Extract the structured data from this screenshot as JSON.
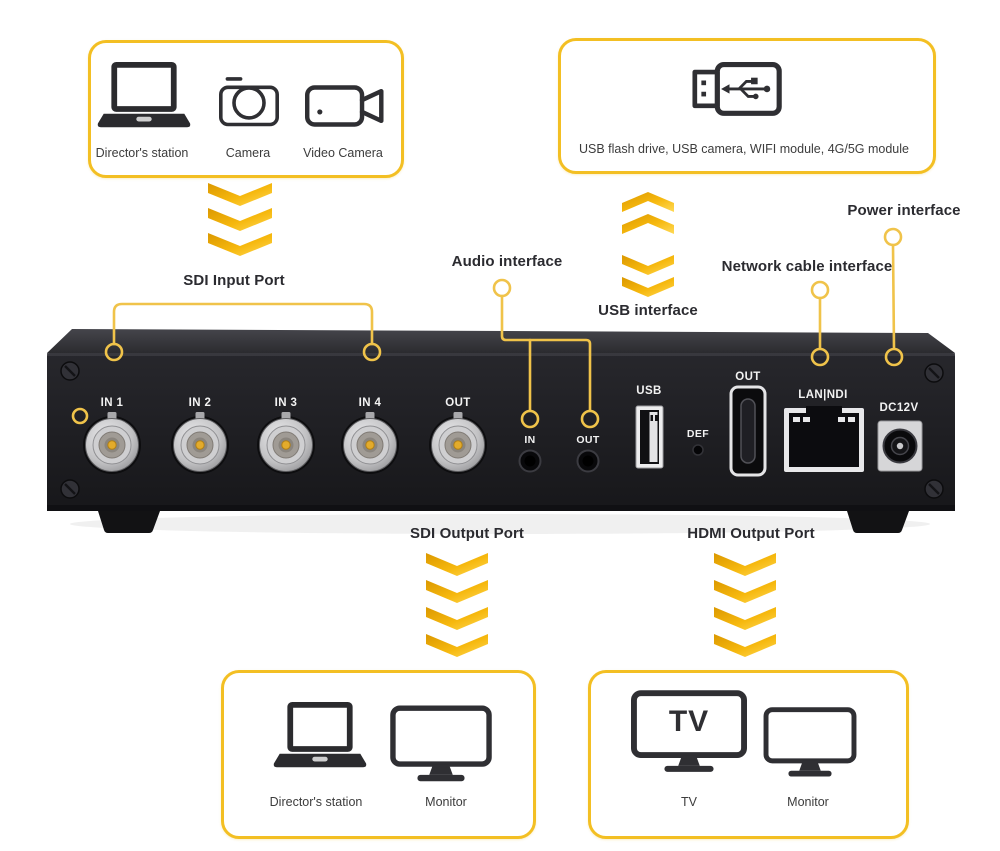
{
  "palette": {
    "box_border_gold": "#F3BF23",
    "callout_line_yellow": "#F0C34A",
    "chevron_gold_dark": "#DB9800",
    "chevron_gold_light": "#FFDA57",
    "device_body_black": "#1A1A1D",
    "label_text_dark": "#2B2B30"
  },
  "input_sources_box": {
    "items": [
      {
        "icon": "laptop-icon",
        "label": "Director's station"
      },
      {
        "icon": "camera-icon",
        "label": "Camera"
      },
      {
        "icon": "video-camera-icon",
        "label": "Video Camera"
      }
    ]
  },
  "usb_sources_box": {
    "icon": "usb-flash-drive-icon",
    "label": "USB flash drive, USB camera, WIFI module, 4G/5G module"
  },
  "callouts": {
    "sdi_input": "SDI Input Port",
    "audio": "Audio interface",
    "usb": "USB interface",
    "network": "Network cable interface",
    "power": "Power interface",
    "sdi_output": "SDI Output Port",
    "hdmi_output": "HDMI Output Port"
  },
  "device_ports": {
    "bnc": [
      {
        "label": "IN 1"
      },
      {
        "label": "IN 2"
      },
      {
        "label": "IN 3"
      },
      {
        "label": "IN 4"
      },
      {
        "label": "OUT"
      }
    ],
    "audio_in": "IN",
    "audio_out": "OUT",
    "usb": "USB",
    "def": "DEF",
    "hdmi_out": "OUT",
    "lan": "LAN|NDI",
    "dc_power": "DC12V"
  },
  "sdi_output_box": {
    "items": [
      {
        "icon": "laptop-icon",
        "label": "Director's station"
      },
      {
        "icon": "monitor-icon",
        "label": "Monitor"
      }
    ]
  },
  "hdmi_output_box": {
    "tv_screen_text": "TV",
    "items": [
      {
        "icon": "tv-icon",
        "label": "TV"
      },
      {
        "icon": "monitor-icon",
        "label": "Monitor"
      }
    ]
  }
}
